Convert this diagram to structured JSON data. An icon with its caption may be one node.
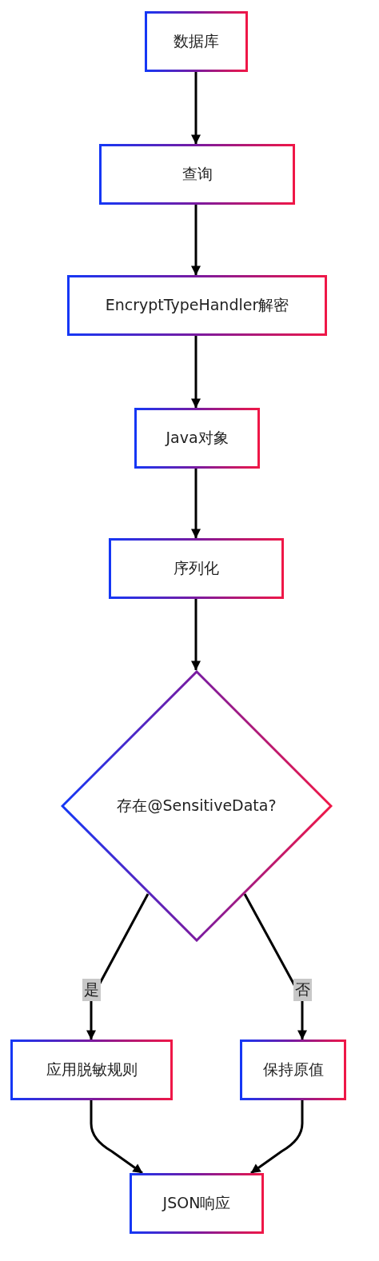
{
  "diagram": {
    "nodes": [
      {
        "text": [
          "数据库"
        ]
      },
      {
        "text": [
          "查询"
        ]
      },
      {
        "text": [
          "EncryptTypeHandler解密"
        ]
      },
      {
        "text": [
          "Java对象"
        ]
      },
      {
        "text": [
          "序列化"
        ]
      },
      {
        "text": [
          "存在@SensitiveData?"
        ]
      },
      {
        "text": [
          "应用脱敏规则"
        ]
      },
      {
        "text": [
          "保持原值"
        ]
      },
      {
        "text": [
          "JSON响应"
        ]
      }
    ],
    "edges": [
      {
        "from": 0,
        "to": 1,
        "arrow": "to"
      },
      {
        "from": 1,
        "to": 2,
        "arrow": "to"
      },
      {
        "from": 2,
        "to": 3,
        "arrow": "to"
      },
      {
        "from": 3,
        "to": 4,
        "arrow": "to"
      },
      {
        "from": 4,
        "to": 5,
        "arrow": "to"
      },
      {
        "from": 5,
        "to": 6,
        "arrow": "to",
        "label": "是"
      },
      {
        "from": 5,
        "to": 7,
        "arrow": "to",
        "label": "否"
      },
      {
        "from": 6,
        "to": 8,
        "arrow": "to"
      },
      {
        "from": 7,
        "to": 8,
        "arrow": "to"
      }
    ]
  }
}
